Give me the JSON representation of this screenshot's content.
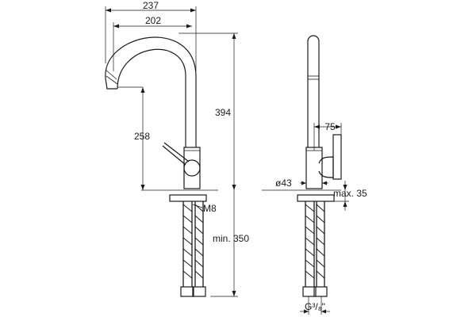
{
  "labels": {
    "width_overall": "237",
    "spout_reach": "202",
    "height_total": "394",
    "spout_height": "258",
    "thread_m": "M8",
    "hose_length": "min. 350",
    "body_diameter": "ø43",
    "handle_reach": "75",
    "deck_thickness": "max. 35",
    "connection": "G³/₈\""
  }
}
